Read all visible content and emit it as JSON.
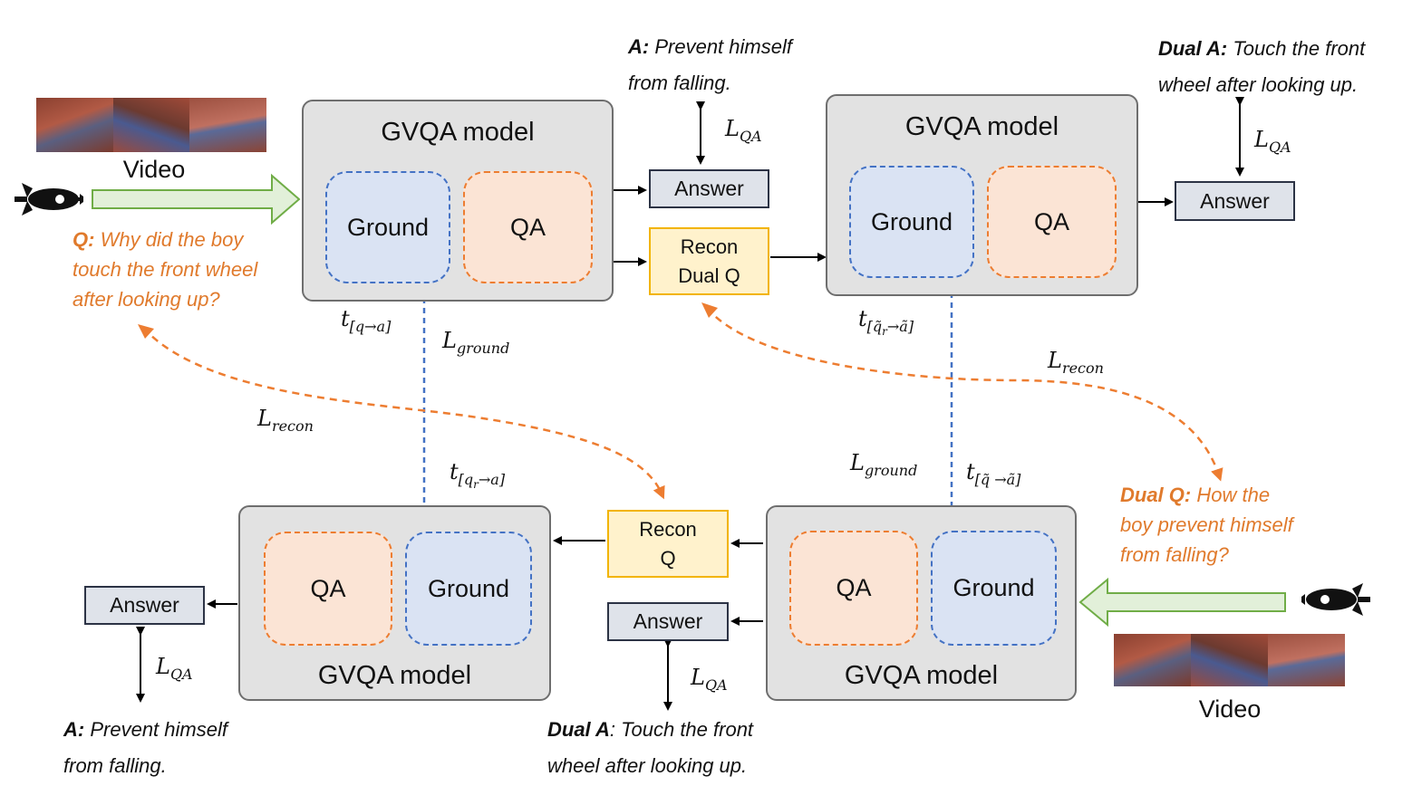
{
  "top": {
    "video_label": "Video",
    "question": {
      "prefix": "Q:",
      "lines": [
        "Why did the boy",
        "touch the front wheel",
        "after looking up?"
      ]
    },
    "model1": {
      "title": "GVQA model",
      "ground": "Ground",
      "qa": "QA"
    },
    "answer1": "Answer",
    "answer1_text": {
      "prefix": "A:",
      "lines": [
        "Prevent himself",
        "from falling."
      ]
    },
    "recon": [
      "Recon",
      "Dual Q"
    ],
    "model2": {
      "title": "GVQA model",
      "ground": "Ground",
      "qa": "QA"
    },
    "answer2": "Answer",
    "answer2_text": {
      "prefix": "Dual A:",
      "lines": [
        "Touch the front",
        "wheel after looking up."
      ]
    }
  },
  "bottom": {
    "video_label": "Video",
    "question": {
      "prefix": "Dual Q:",
      "lines": [
        "How the",
        "boy prevent himself",
        "from falling?"
      ]
    },
    "model1": {
      "title": "GVQA model",
      "ground": "Ground",
      "qa": "QA"
    },
    "answer1": "Answer",
    "answer1_text": {
      "prefix": "Dual A",
      "lines": [
        ": Touch the front",
        "wheel after looking up."
      ]
    },
    "recon": [
      "Recon",
      "Q"
    ],
    "model2": {
      "title": "GVQA model",
      "ground": "Ground",
      "qa": "QA"
    },
    "answer2": "Answer",
    "answer2_text": {
      "prefix": "A:",
      "lines": [
        "Prevent himself",
        "from falling."
      ]
    }
  },
  "math": {
    "L_base": "L",
    "QA_sub": "QA",
    "ground_sub": "ground",
    "recon_sub": "recon",
    "t_base": "t",
    "t_qa_sub": "[q→a]",
    "t_qr_a_sub": "[q",
    "t_qr_a_sub_r": "r",
    "t_qr_a_sub_end": "→a]",
    "t_tilde_r_sub": "[q̃",
    "t_tilde_r_sub_r": "r",
    "t_tilde_r_sub_end": "→ã]",
    "t_tilde_sub": "[q̃  →ã]"
  },
  "colors": {
    "ground": "#4472c4",
    "qa": "#ed7d31",
    "recon": "#f2b400",
    "arrow_green": "#70ad47",
    "text_orange": "#e07a2c"
  },
  "icons": [
    "rocket-icon-left",
    "rocket-icon-right"
  ]
}
